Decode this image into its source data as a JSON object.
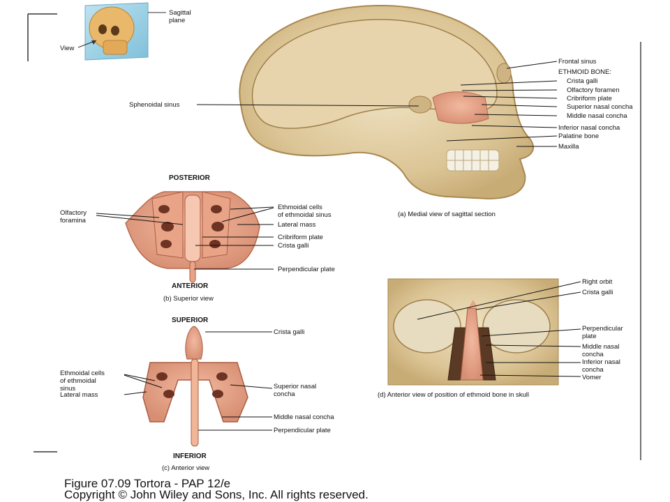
{
  "orientation_view": {
    "plane_label": "Sagittal\nplane",
    "view_label": "View"
  },
  "panel_a": {
    "caption": "(a) Medial view of sagittal section",
    "labels": {
      "frontal_sinus": "Frontal sinus",
      "ethmoid_bone": "ETHMOID BONE:",
      "crista_galli": "Crista galli",
      "olfactory_foramen": "Olfactory foramen",
      "cribriform_plate": "Cribriform plate",
      "superior_nasal_concha": "Superior nasal concha",
      "middle_nasal_concha": "Middle nasal concha",
      "inferior_nasal_concha": "Inferior nasal concha",
      "palatine_bone": "Palatine bone",
      "maxilla": "Maxilla",
      "sphenoidal_sinus": "Sphenoidal sinus"
    }
  },
  "panel_b": {
    "caption": "(b) Superior view",
    "top_label": "POSTERIOR",
    "bottom_label": "ANTERIOR",
    "labels": {
      "olfactory_foramina": "Olfactory\nforamina",
      "ethmoidal_cells": "Ethmoidal cells\nof ethmoidal sinus",
      "lateral_mass": "Lateral mass",
      "cribriform_plate": "Cribriform plate",
      "crista_galli": "Crista galli",
      "perpendicular_plate": "Perpendicular plate"
    }
  },
  "panel_c": {
    "caption": "(c) Anterior view",
    "top_label": "SUPERIOR",
    "bottom_label": "INFERIOR",
    "labels": {
      "crista_galli": "Crista galli",
      "ethmoidal_cells": "Ethmoidal cells\nof ethmoidal\nsinus",
      "lateral_mass": "Lateral mass",
      "superior_nasal_concha": "Superior nasal\nconcha",
      "middle_nasal_concha": "Middle nasal concha",
      "perpendicular_plate": "Perpendicular plate"
    }
  },
  "panel_d": {
    "caption": "(d) Anterior view of position of ethmoid bone in skull",
    "labels": {
      "right_orbit": "Right orbit",
      "crista_galli": "Crista galli",
      "perpendicular_plate": "Perpendicular\nplate",
      "middle_nasal_concha": "Middle nasal\nconcha",
      "inferior_nasal_concha": "Inferior nasal\nconcha",
      "vomer": "Vomer"
    }
  },
  "footer": {
    "line1": "Figure 07.09  Tortora - PAP 12/e",
    "line2": "Copyright © John Wiley and Sons, Inc. All rights reserved."
  }
}
